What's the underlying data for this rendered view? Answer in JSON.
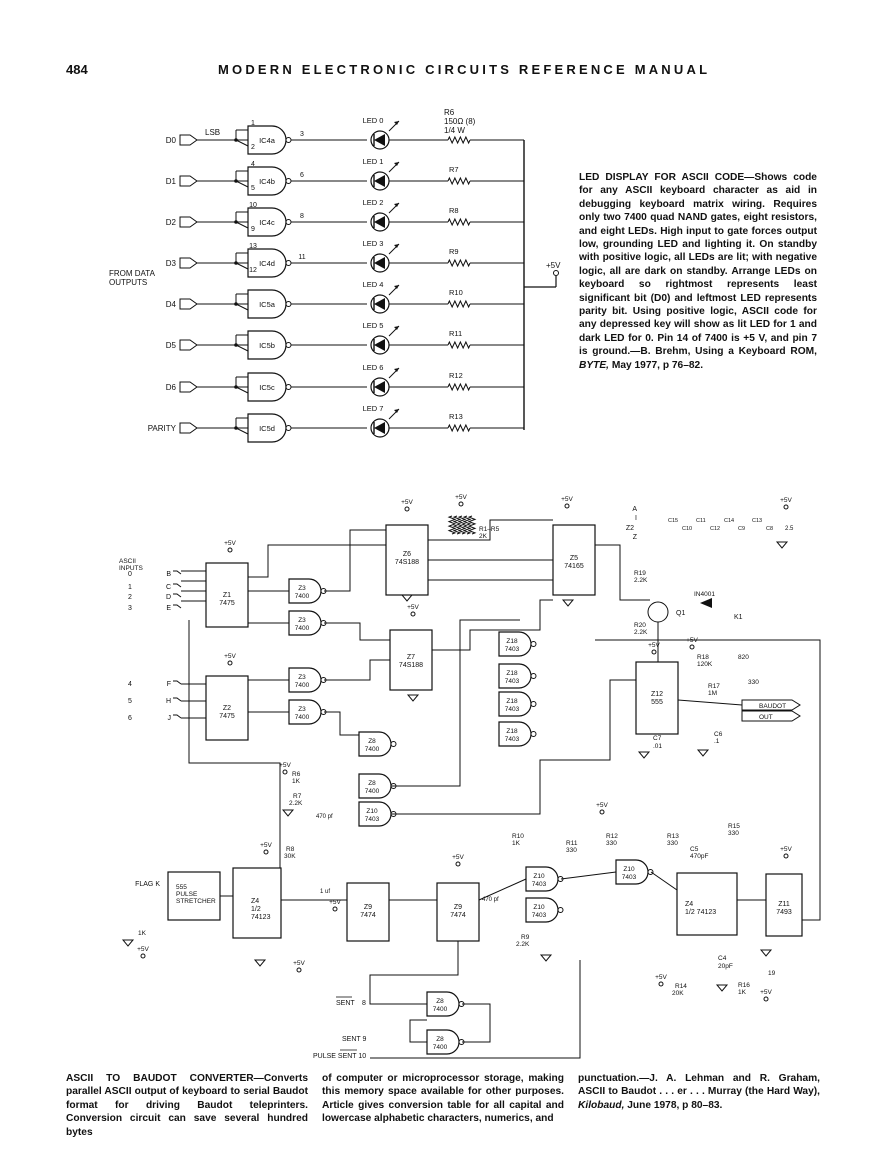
{
  "header": {
    "page_number": "484",
    "running_title": "MODERN ELECTRONIC CIRCUITS REFERENCE MANUAL"
  },
  "led_circuit": {
    "inputs": [
      "D0",
      "D1",
      "D2",
      "D3",
      "D4",
      "D5",
      "D6",
      "PARITY"
    ],
    "lsb": "LSB",
    "from_data": "FROM DATA",
    "outputs_label": "OUTPUTS",
    "gates": [
      "IC4a",
      "IC4b",
      "IC4c",
      "IC4d",
      "IC5a",
      "IC5b",
      "IC5c",
      "IC5d"
    ],
    "pins_in1": [
      "1",
      "4",
      "10",
      "13"
    ],
    "pins_in2": [
      "2",
      "5",
      "9",
      "12"
    ],
    "pins_out": [
      "3",
      "6",
      "8",
      "11"
    ],
    "leds": [
      "LED 0",
      "LED 1",
      "LED 2",
      "LED 3",
      "LED 4",
      "LED 5",
      "LED 6",
      "LED 7"
    ],
    "resistors": [
      "R6",
      "R7",
      "R8",
      "R9",
      "R10",
      "R11",
      "R12",
      "R13"
    ],
    "r6_value": "150Ω (8)",
    "r6_power": "1/4 W",
    "supply": "+5V"
  },
  "caption_led": {
    "title": "LED DISPLAY FOR ASCII CODE—",
    "body": "Shows code for any ASCII keyboard character as aid in debugging keyboard matrix wiring. Requires only two 7400 quad NAND gates, eight resistors, and eight LEDs. High input to gate forces output low, grounding LED and lighting it. On standby with positive logic, all LEDs are lit; with negative logic, all are dark on standby. Arrange LEDs on keyboard so rightmost represents least significant bit (D0) and leftmost LED represents parity bit. Using positive logic, ASCII code for any depressed key will show as lit LED for 1 and dark LED for 0. Pin 14 of 7400 is +5 V, and pin 7 is ground.—B. Brehm, Using a Keyboard ROM, ",
    "source_italic": "BYTE,",
    "source_tail": " May 1977, p 76–82."
  },
  "baudot_circuit": {
    "ascii_inputs": "ASCII",
    "inputs_label": "INPUTS",
    "bit_numbers": [
      "0",
      "1",
      "2",
      "3",
      "4",
      "5",
      "6"
    ],
    "input_letters": [
      "B",
      "C",
      "D",
      "E",
      "F",
      "H",
      "J"
    ],
    "chips": {
      "z1": [
        "Z1",
        "7475"
      ],
      "z2": [
        "Z2",
        "7475"
      ],
      "z3": [
        "Z3",
        "7400"
      ],
      "z6": [
        "Z6",
        "74S188"
      ],
      "z7": [
        "Z7",
        "74S188"
      ],
      "z5": [
        "Z5",
        "74165"
      ],
      "z8": [
        "Z8",
        "7400"
      ],
      "z10": [
        "Z10",
        "7403"
      ],
      "z18": [
        "Z18",
        "7403"
      ],
      "z12": [
        "Z12",
        "555"
      ],
      "z4": [
        "Z4",
        "1/2",
        "74123"
      ],
      "z9": [
        "Z9",
        "7474"
      ],
      "z11": [
        "Z11",
        "7493"
      ],
      "z4b": [
        "Z4",
        "1/2 74123"
      ]
    },
    "labels": {
      "r1r5": "R1–R5",
      "r1r5_val": "2K",
      "r19": "R19",
      "r19_val": "2.2K",
      "r20": "R20",
      "r20_val": "2.2K",
      "q1": "Q1",
      "diode": "IN4001",
      "k1": "K1",
      "r18": "R18",
      "r18_val": "120K",
      "r17": "R17",
      "r17_val": "1M",
      "r820": "820",
      "r330": "330",
      "baudot_out": "BAUDOT",
      "out": "OUT",
      "c7": "C7",
      "c7_val": ".01",
      "c6": "C6",
      "c6_val": ".1",
      "r6": "R6",
      "r6_val": "1K",
      "r7": "R7",
      "r7_val": "2.2K",
      "c470": "470 pf",
      "r8": "R8",
      "r8_val": "30K",
      "c1uf": "1 uf",
      "flag": "FLAG K",
      "stretcher": [
        "555",
        "PULSE",
        "STRETCHER"
      ],
      "r10": "R10",
      "r10_val": "1K",
      "r11": "R11",
      "r11_val": "330",
      "r12": "R12",
      "r12_val": "330",
      "r13": "R13",
      "r13_val": "330",
      "r15": "R15",
      "r15_val": "330",
      "c5": "C5",
      "c5_val": "470pF",
      "r9": "R9",
      "r9_val": "2.2K",
      "c4": "C4",
      "c4_val": "20pF",
      "r14": "R14",
      "r14_val": "20K",
      "r16": "R16",
      "r16_val": "1K",
      "sent": "SENT",
      "sent9": "SENT 9",
      "pulse_sent": "PULSE SENT 10",
      "one_k": "1K",
      "pin19": "19",
      "caps": [
        "C15",
        "C10",
        "C11",
        "C12",
        "C14",
        "C9",
        "C13",
        "C8"
      ],
      "two_five": "2.5",
      "a": "A",
      "i": "I",
      "z2b": "Z2",
      "z": "Z"
    },
    "supply": "+5V"
  },
  "caption_baudot": {
    "col1_title": "ASCII TO BAUDOT CONVERTER—",
    "col1": "Converts parallel ASCII output of keyboard to serial Baudot format for driving Baudot teleprinters. Conversion circuit can save several hundred bytes",
    "col2": "of computer or microprocessor storage, making this memory space available for other purposes. Article gives conversion table for all capital and lowercase alphabetic characters, numerics, and",
    "col3a": "punctuation.—J. A. Lehman and R. Graham, ASCII to Baudot . . . er . . . Murray (the Hard Way), ",
    "col3_italic": "Kilobaud,",
    "col3b": " June 1978, p 80–83."
  }
}
